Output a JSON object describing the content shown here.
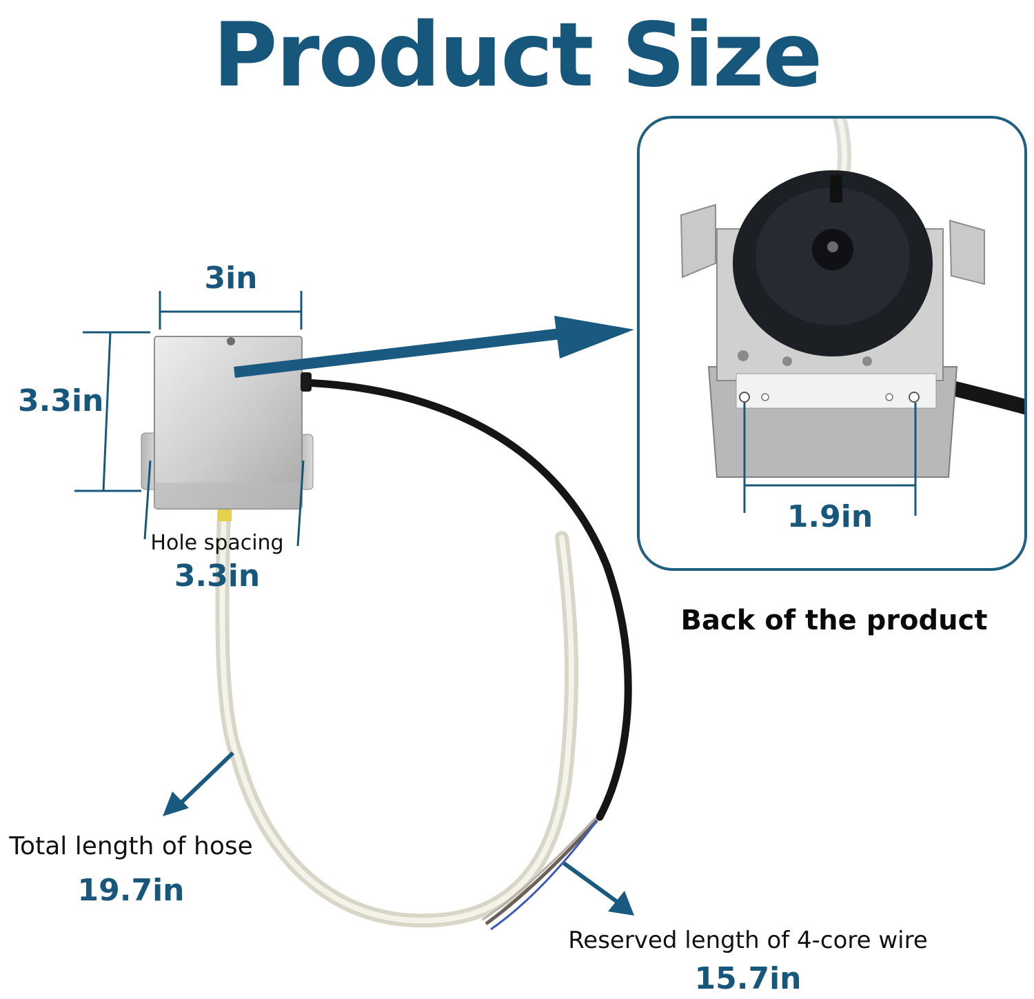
{
  "title": "Product Size",
  "colors": {
    "accent": "#17577c",
    "frame": "#1f5f82",
    "text_dark": "#111111"
  },
  "dimensions": {
    "width": "3in",
    "height": "3.3in",
    "hole_spacing_label": "Hole spacing",
    "hole_spacing_value": "3.3in",
    "back_hole_spacing": "1.9in"
  },
  "inset": {
    "caption": "Back of the product"
  },
  "hose": {
    "label": "Total length of hose",
    "value": "19.7in"
  },
  "wire": {
    "label": "Reserved length of 4-core wire",
    "value": "15.7in"
  }
}
